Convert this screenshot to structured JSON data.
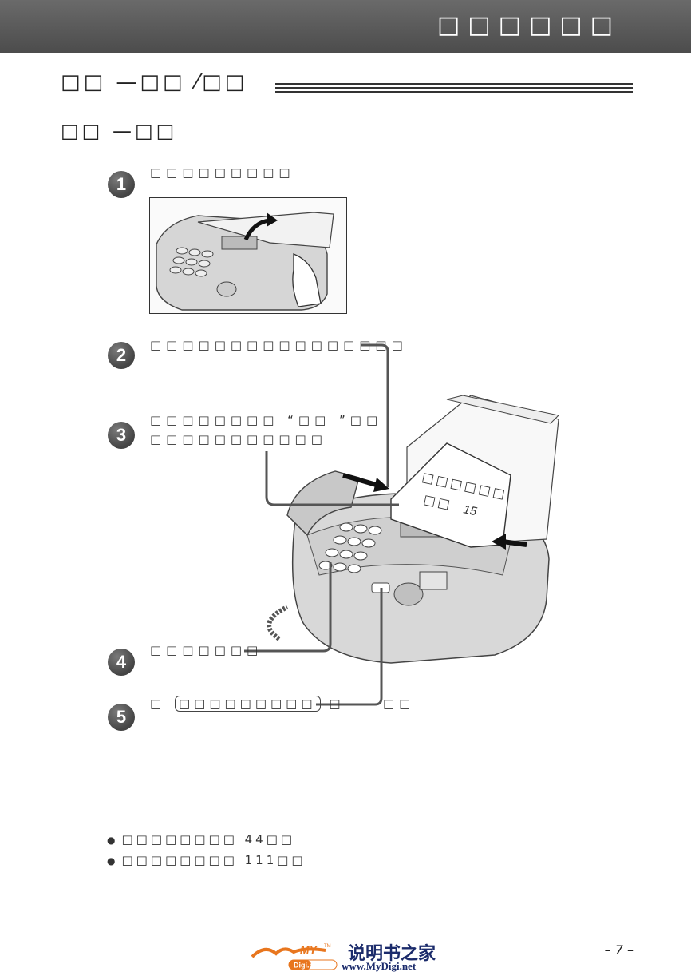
{
  "header": {
    "title": "□□□□□□"
  },
  "section": {
    "title": "□□ —□□ ⁄□□",
    "subtitle": "□□ —□□"
  },
  "steps": [
    {
      "num": "1",
      "text": "□□□□□□□□□"
    },
    {
      "num": "2",
      "text": "□□□□□□□□□□□□□□□□"
    },
    {
      "num": "3",
      "line1": "□□□□□□□□ “□□ ”□□",
      "line2": "□□□□□□□□□□□"
    },
    {
      "num": "4",
      "text": "□□□□□□□"
    },
    {
      "num": "5",
      "prefix": "□",
      "boxed": "□□□□□□□□□",
      "suffix": "□",
      "tail": "□□"
    }
  ],
  "figure2": {
    "paper_lines": [
      "□□□□□□",
      "□□"
    ],
    "paper_number": "15"
  },
  "notes": [
    {
      "text": "□□□□□□□□ 44□□"
    },
    {
      "text": "□□□□□□□□ 111□□"
    }
  ],
  "footer": {
    "page_number": "– 7 –",
    "brand_cn": "说明书之家",
    "brand_url": "www.MyDigi.net",
    "logo_text": "MY",
    "logo_tm": "TM",
    "logo_sub": "Digi.net"
  }
}
